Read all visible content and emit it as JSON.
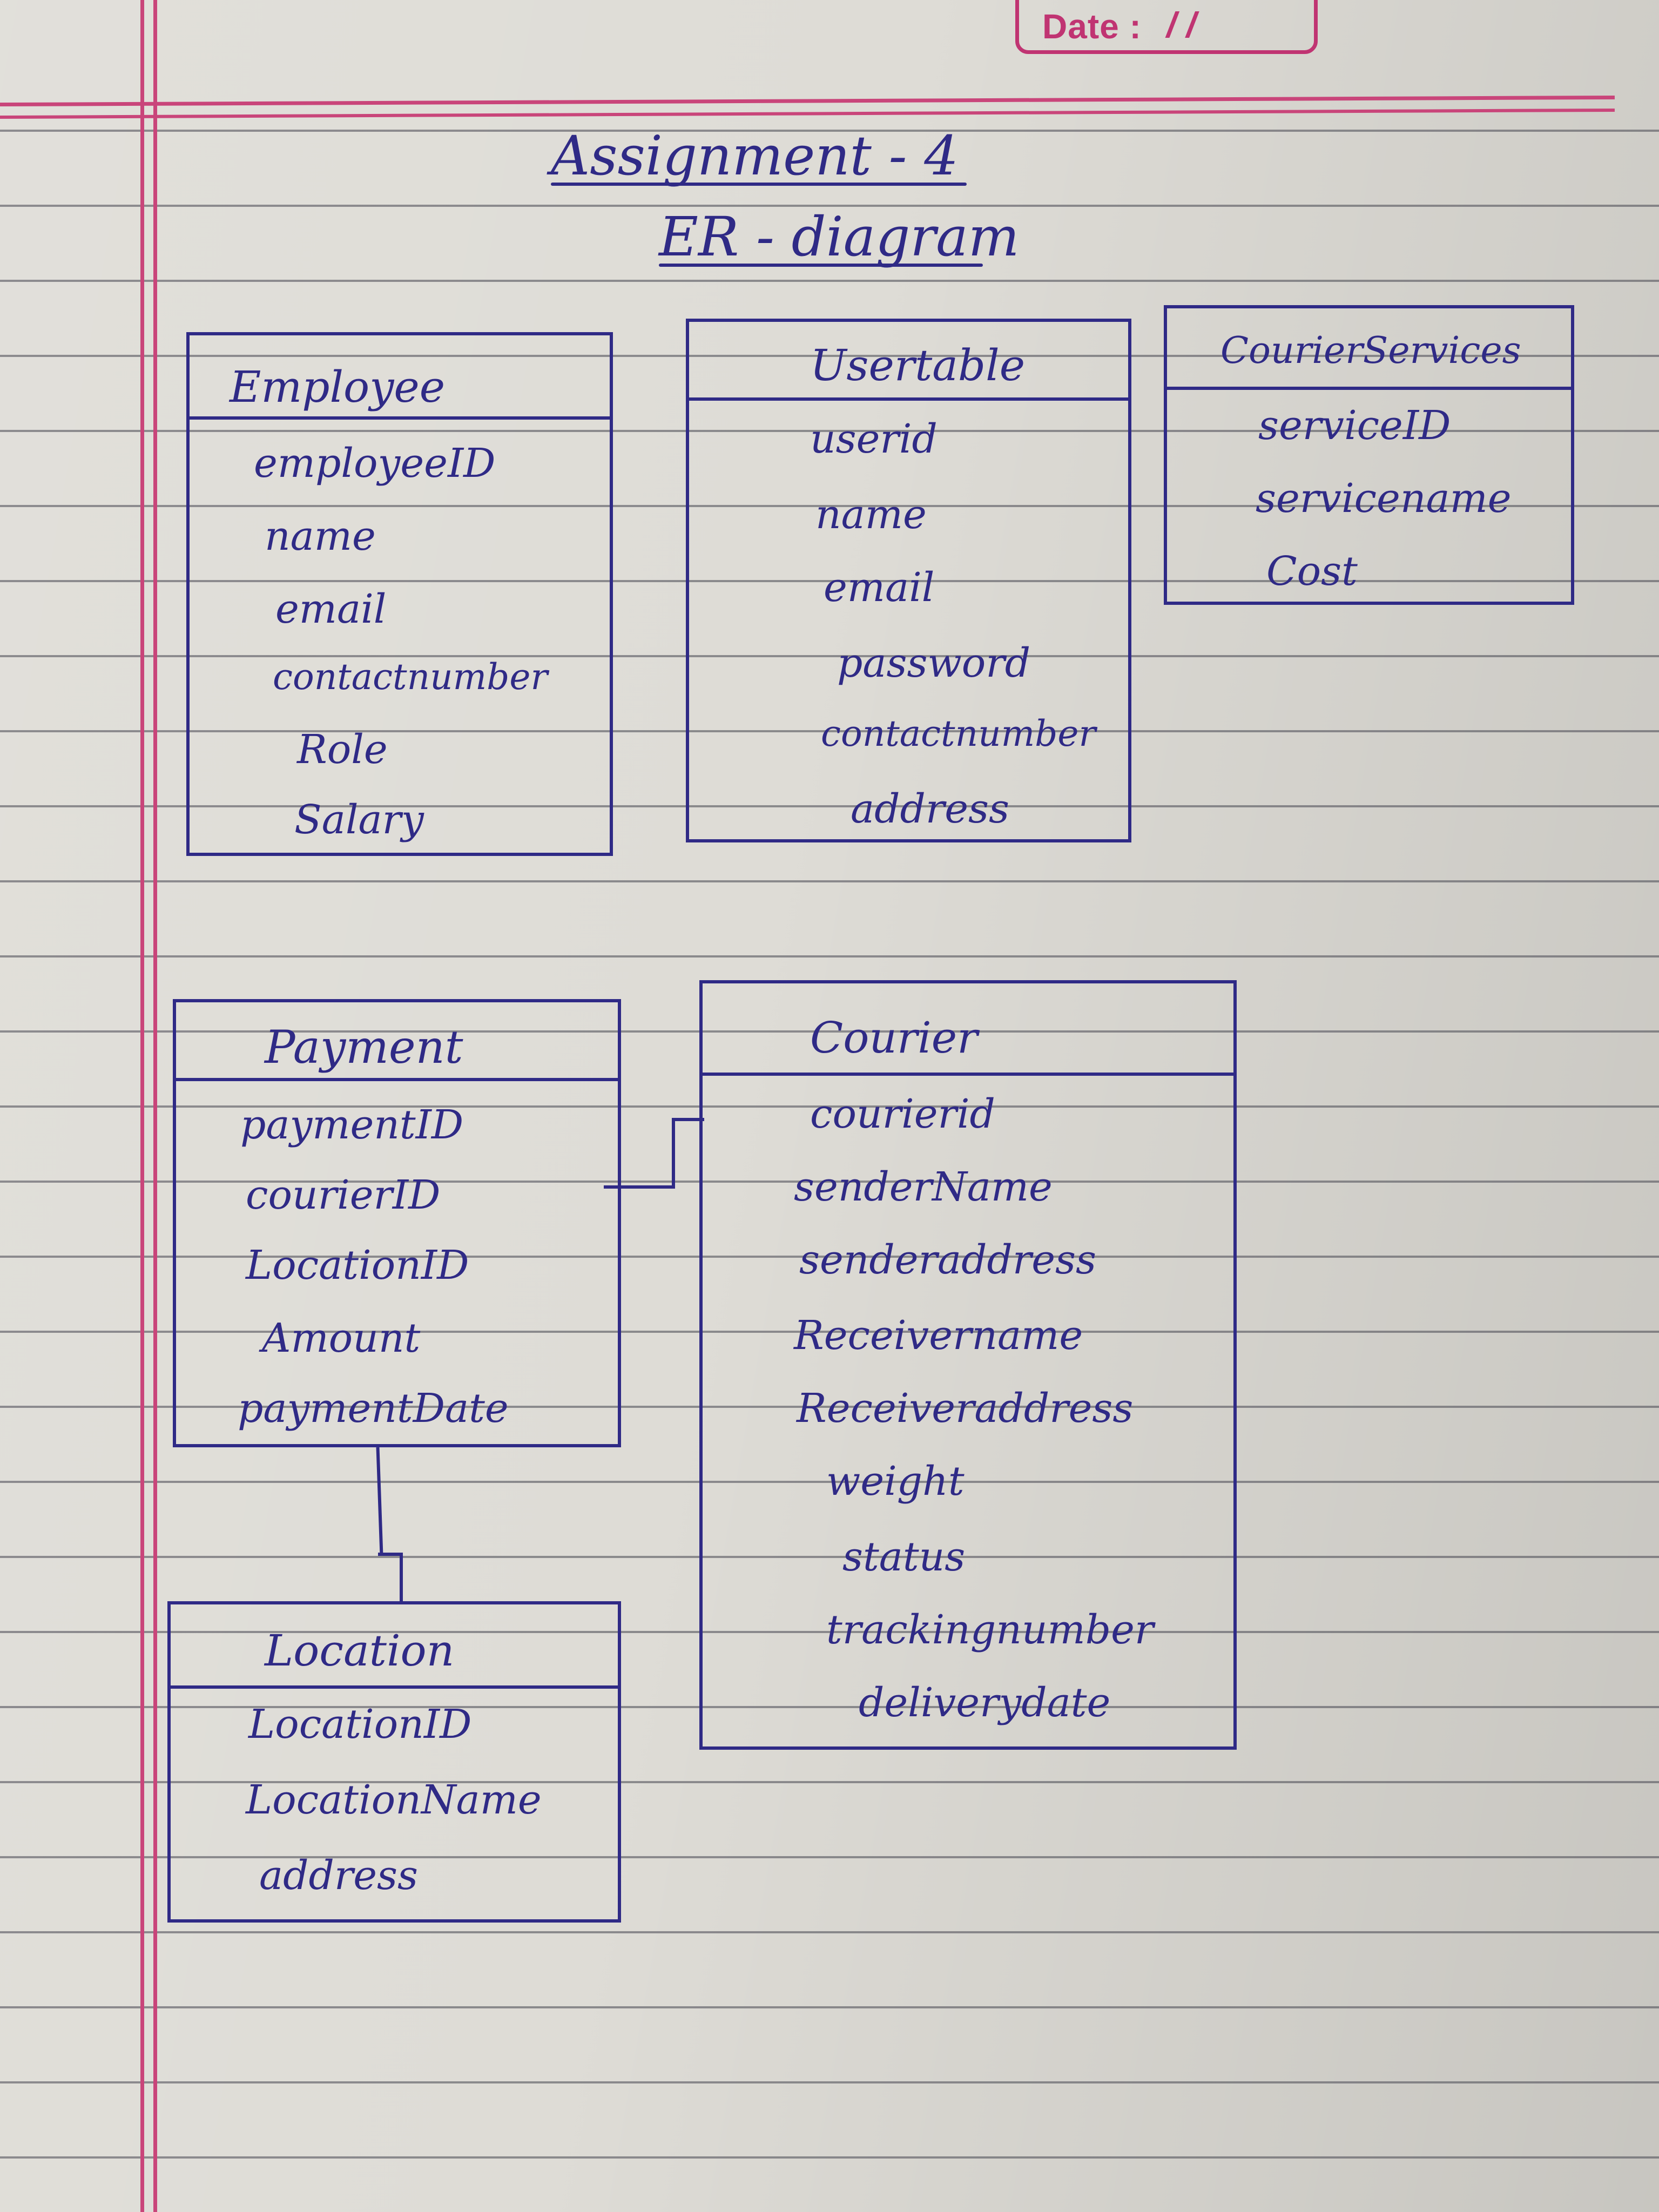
{
  "header": {
    "date_label": "Date :",
    "date_value": "/ /"
  },
  "titles": {
    "line1": "Assignment - 4",
    "line2": "ER - diagram"
  },
  "entities": {
    "employee": {
      "name": "Employee",
      "attributes": [
        "employeeID",
        "name",
        "email",
        "contactnumber",
        "Role",
        "Salary"
      ]
    },
    "usertable": {
      "name": "Usertable",
      "attributes": [
        "userid",
        "name",
        "email",
        "password",
        "contactnumber",
        "address"
      ]
    },
    "courierservices": {
      "name": "CourierServices",
      "attributes": [
        "serviceID",
        "servicename",
        "Cost"
      ]
    },
    "payment": {
      "name": "Payment",
      "attributes": [
        "paymentID",
        "courierID",
        "LocationID",
        "Amount",
        "paymentDate"
      ]
    },
    "courier": {
      "name": "Courier",
      "attributes": [
        "courierid",
        "senderName",
        "senderaddress",
        "Receivername",
        "Receiveraddress",
        "weight",
        "status",
        "trackingnumber",
        "deliverydate"
      ]
    },
    "location": {
      "name": "Location",
      "attributes": [
        "LocationID",
        "LocationName",
        "address"
      ]
    }
  },
  "relationships": [
    {
      "from": "Payment",
      "to": "Courier"
    },
    {
      "from": "Payment",
      "to": "Location"
    }
  ],
  "colors": {
    "ink": "#2f2a86",
    "margin": "#c9457a",
    "paper": "#dedcd6"
  }
}
